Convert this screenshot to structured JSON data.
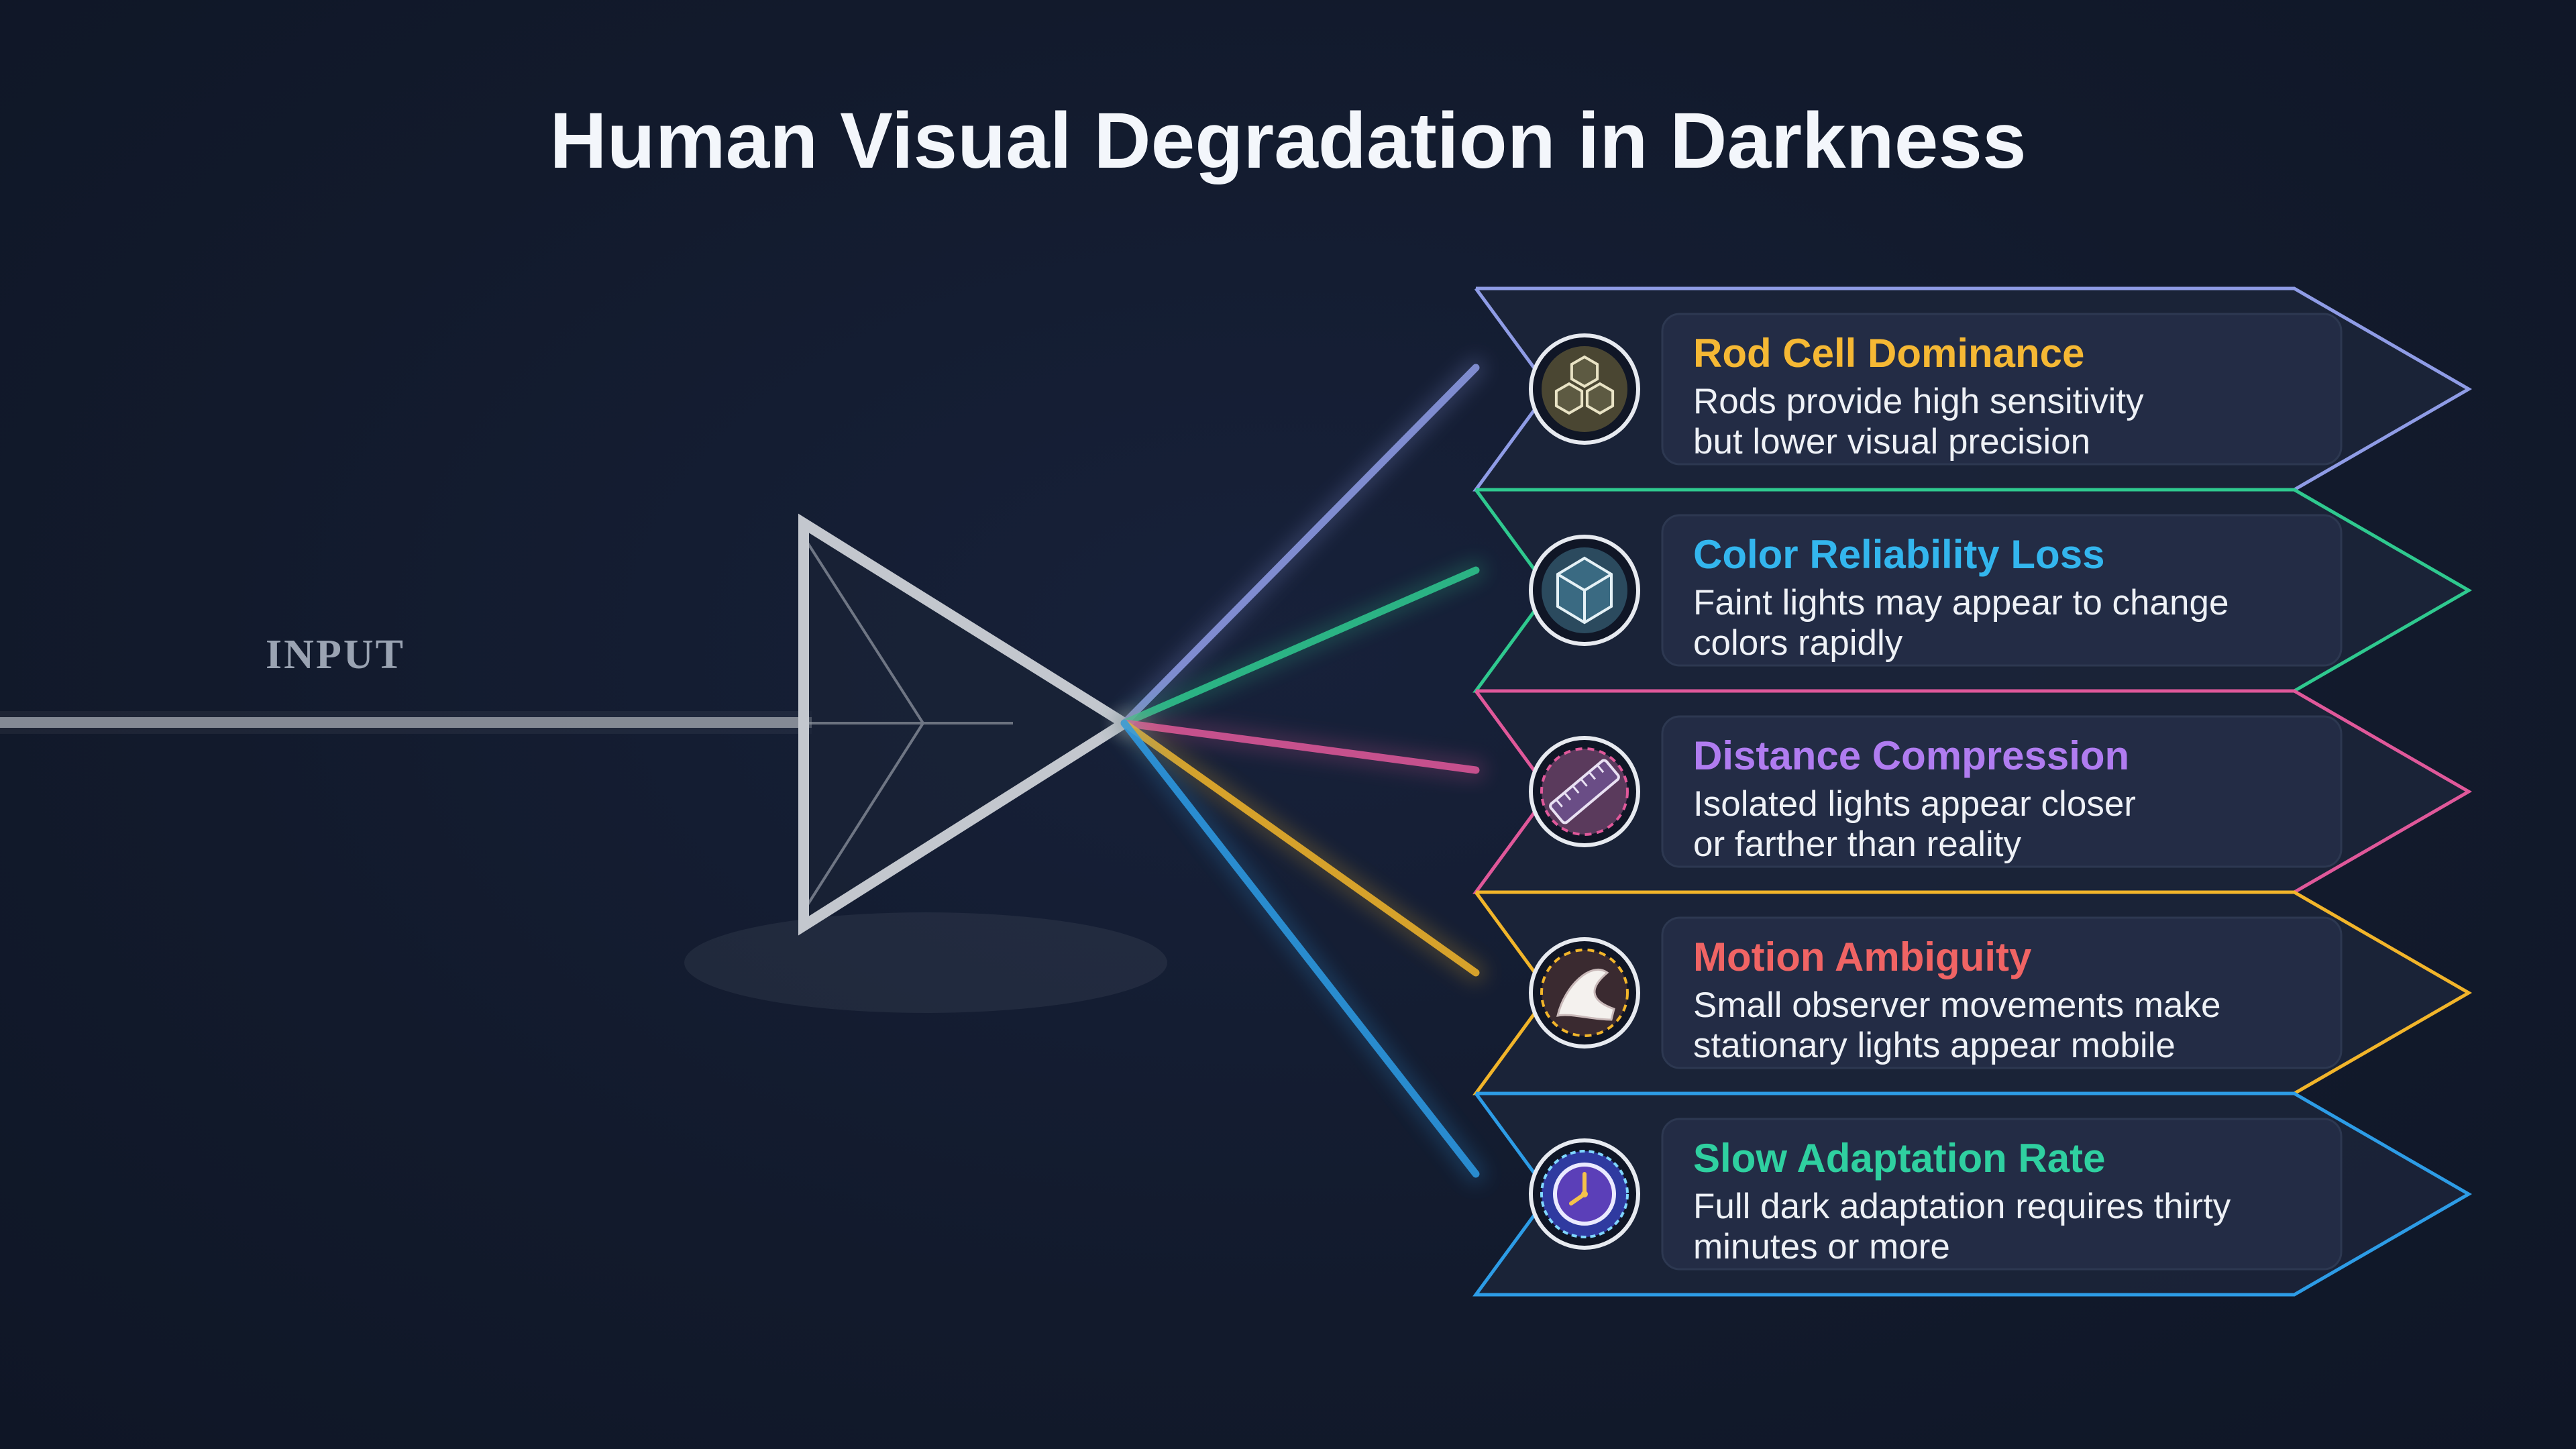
{
  "title": "Human Visual Degradation in Darkness",
  "input_label": "INPUT",
  "items": [
    {
      "title": "Rod Cell Dominance",
      "line1": "Rods provide high sensitivity",
      "line2": "but lower visual precision",
      "color": "#8f9ce6",
      "title_color": "#f5b834",
      "icon": "hexagon-cells-icon"
    },
    {
      "title": "Color Reliability Loss",
      "line1": "Faint lights may appear to change",
      "line2": "colors rapidly",
      "color": "#2fc98f",
      "title_color": "#33b6ee",
      "icon": "color-cube-icon"
    },
    {
      "title": "Distance Compression",
      "line1": "Isolated lights appear closer",
      "line2": "or farther than reality",
      "color": "#e0589a",
      "title_color": "#b07cf0",
      "icon": "ruler-icon"
    },
    {
      "title": "Motion Ambiguity",
      "line1": "Small observer movements make",
      "line2": "stationary lights appear mobile",
      "color": "#f2b52a",
      "title_color": "#f06464",
      "icon": "motion-swoosh-icon"
    },
    {
      "title": "Slow Adaptation Rate",
      "line1": "Full dark adaptation requires thirty",
      "line2": "minutes or more",
      "color": "#2d9ce6",
      "title_color": "#2fd0a0",
      "icon": "clock-icon"
    }
  ]
}
